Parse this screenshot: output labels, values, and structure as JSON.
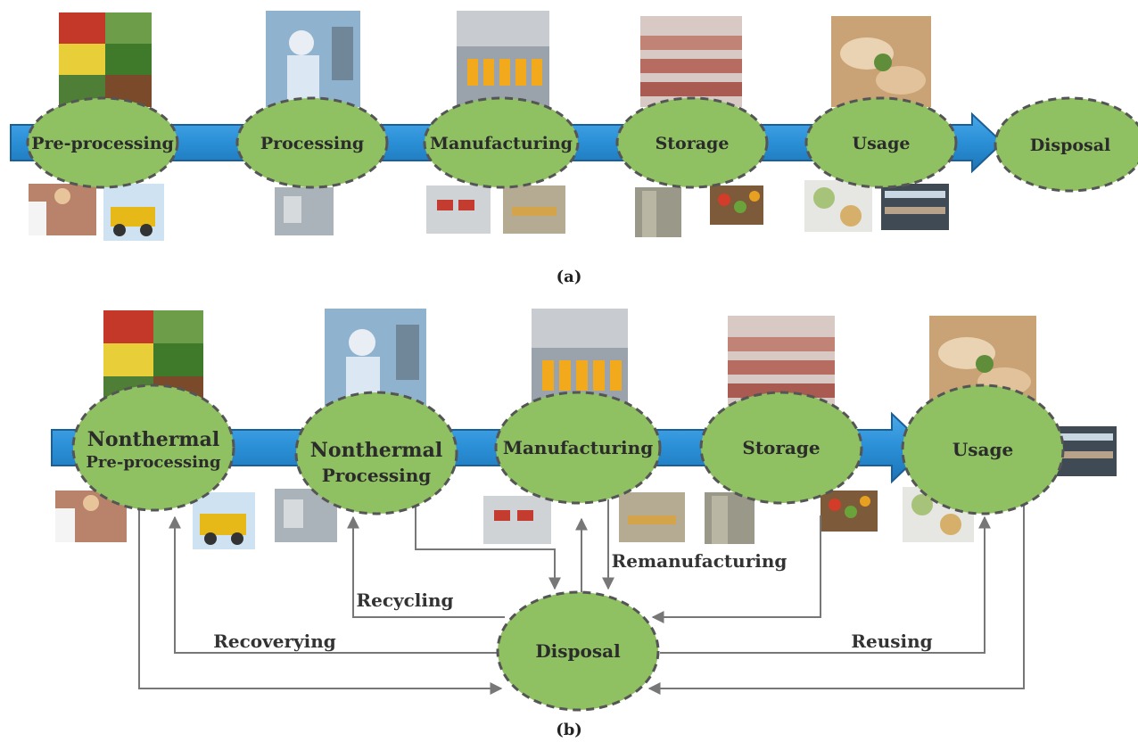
{
  "panel_a": {
    "caption": "(a)",
    "stages": [
      "Pre-processing",
      "Processing",
      "Manufacturing",
      "Storage",
      "Usage",
      "Disposal"
    ]
  },
  "panel_b": {
    "caption": "(b)",
    "stages": [
      {
        "line1": "Nonthermal",
        "line2": "Pre-processing"
      },
      {
        "line1": "Nonthermal",
        "line2": "Processing"
      },
      {
        "line1": "Manufacturing",
        "line2": ""
      },
      {
        "line1": "Storage",
        "line2": ""
      },
      {
        "line1": "Usage",
        "line2": ""
      }
    ],
    "disposal": "Disposal",
    "flows": {
      "recycling": "Recycling",
      "remanufacturing": "Remanufacturing",
      "recovering": "Recoverying",
      "reusing": "Reusing"
    }
  },
  "colors": {
    "node_fill": "#8fc062",
    "node_border": "#555555",
    "arrow_band": "#2a8fd6",
    "arrow_band_edge": "#1a5f96",
    "flow_line": "#777777"
  },
  "images": [
    "vegetables-photo",
    "worker-in-lab-photo",
    "bottling-line-photo",
    "meat-display-case-photo",
    "wraps-photo",
    "dairy-meat-photo",
    "dump-truck-icon",
    "processing-machine-photo",
    "packaging-line-photo",
    "silo-photo",
    "produce-market-photo",
    "meal-boxes-photo",
    "retail-shelf-photo"
  ]
}
